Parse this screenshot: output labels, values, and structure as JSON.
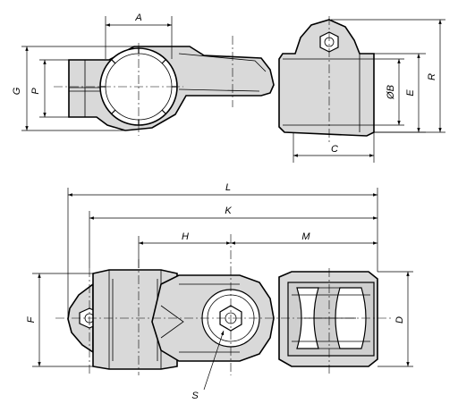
{
  "labels": {
    "A": "A",
    "G": "G",
    "P": "P",
    "B": "ØB",
    "E": "E",
    "R": "R",
    "C": "C",
    "L": "L",
    "K": "K",
    "H": "H",
    "M": "M",
    "F": "F",
    "D": "D",
    "S": "S"
  }
}
